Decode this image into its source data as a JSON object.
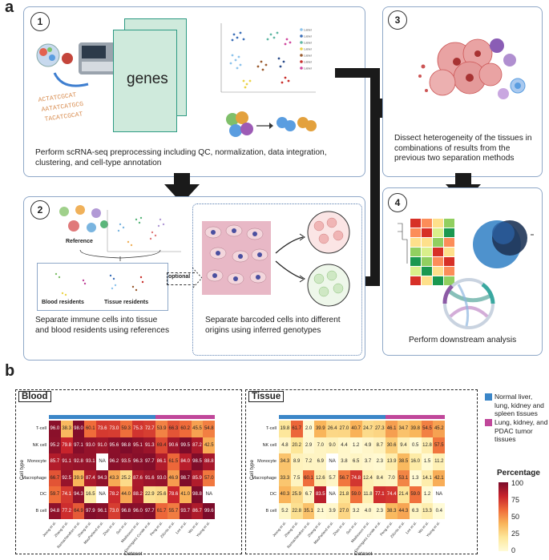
{
  "panel_letters": {
    "a": "a",
    "b": "b"
  },
  "step1": {
    "num": "1",
    "genes_label": "genes",
    "caption": "Perform scRNA-seq preprocessing including QC, normalization, data integration, clustering, and cell-type annotation"
  },
  "step2": {
    "num": "2",
    "reference": "Reference",
    "blood_residents": "Blood residents",
    "tissue_residents": "Tissue residents",
    "optional": "optional",
    "caption_left": "Separate immune cells into tissue and blood residents using references",
    "caption_right": "Separate barcoded cells into different origins using inferred genotypes"
  },
  "step3": {
    "num": "3",
    "caption": "Dissect heterogeneity of the tissues in combinations of results from the previous two separation methods"
  },
  "step4": {
    "num": "4",
    "caption": "Perform downstream analysis"
  },
  "heatmaps": {
    "row_axis_title": "Cell type",
    "col_axis_title": "Dataset",
    "rows": [
      "T-cell",
      "NK cell",
      "Monocyte",
      "Macrophage",
      "DC",
      "B cell"
    ],
    "blood": {
      "title": "Blood",
      "values": [
        [
          "96.0",
          "38.3",
          "98.0",
          "60.1",
          "73.6",
          "73.0",
          "59.3",
          "75.3",
          "72.7",
          "53.9",
          "66.3",
          "60.2",
          "45.5",
          "54.8"
        ],
        [
          "95.2",
          "79.8",
          "97.1",
          "93.0",
          "91.0",
          "95.6",
          "98.8",
          "95.1",
          "91.3",
          "69.4",
          "90.6",
          "99.5",
          "87.2",
          "42.5"
        ],
        [
          "85.7",
          "91.1",
          "92.8",
          "93.1",
          "NA",
          "96.2",
          "93.5",
          "96.3",
          "97.7",
          "86.1",
          "61.5",
          "84.0",
          "98.5",
          "88.8"
        ],
        [
          "66.7",
          "92.5",
          "39.9",
          "87.4",
          "94.3",
          "43.3",
          "25.2",
          "87.6",
          "91.6",
          "93.0",
          "46.9",
          "98.7",
          "85.9",
          "57.0"
        ],
        [
          "59.7",
          "74.1",
          "94.3",
          "16.5",
          "NA",
          "78.2",
          "44.0",
          "88.2",
          "22.9",
          "25.6",
          "78.6",
          "41.0",
          "98.8",
          "NA"
        ],
        [
          "94.8",
          "77.2",
          "64.9",
          "97.9",
          "96.1",
          "73.0",
          "96.8",
          "96.0",
          "97.7",
          "61.7",
          "55.7",
          "93.7",
          "86.7",
          "99.6"
        ]
      ]
    },
    "tissue": {
      "title": "Tissue",
      "values": [
        [
          "19.8",
          "61.7",
          "2.0",
          "39.9",
          "26.4",
          "27.0",
          "40.7",
          "24.7",
          "27.3",
          "46.1",
          "34.7",
          "39.8",
          "54.5",
          "45.2"
        ],
        [
          "4.8",
          "20.2",
          "2.9",
          "7.0",
          "9.0",
          "4.4",
          "1.2",
          "4.9",
          "8.7",
          "30.6",
          "9.4",
          "0.5",
          "12.8",
          "57.5"
        ],
        [
          "34.3",
          "8.9",
          "7.2",
          "6.9",
          "NA",
          "3.8",
          "6.5",
          "3.7",
          "2.3",
          "13.9",
          "38.5",
          "16.0",
          "1.5",
          "11.2"
        ],
        [
          "33.3",
          "7.5",
          "60.1",
          "12.6",
          "5.7",
          "56.7",
          "74.8",
          "12.4",
          "8.4",
          "7.0",
          "53.1",
          "1.3",
          "14.1",
          "42.1"
        ],
        [
          "40.3",
          "25.9",
          "6.7",
          "83.5",
          "NA",
          "21.8",
          "59.0",
          "11.8",
          "77.1",
          "74.4",
          "21.4",
          "59.0",
          "1.2",
          "NA"
        ],
        [
          "5.2",
          "22.8",
          "35.1",
          "2.1",
          "3.9",
          "27.0",
          "3.2",
          "4.0",
          "2.3",
          "38.3",
          "44.3",
          "6.3",
          "13.3",
          "0.4"
        ]
      ]
    },
    "datasets": [
      "Jeong et al.",
      "Zhang et al.",
      "Ramachandran et al.",
      "Zhang et al.",
      "MacParland et al.",
      "Zhao et al.",
      "Sun et al.",
      "Madissoon et al.",
      "Dominguez Conde et al.",
      "Peng et al.",
      "Zilionis et al.",
      "Lee et al.",
      "Wu et al.",
      "Young et al."
    ],
    "group_colors": {
      "normal": "#3b86c8",
      "tumor": "#c0479a"
    },
    "legend": {
      "normal": "Normal liver, lung, kidney and spleen tissues",
      "tumor": "Lung, kidney, and PDAC tumor tissues",
      "percentage_title": "Percentage",
      "ticks": [
        "100",
        "75",
        "50",
        "25",
        "0"
      ]
    }
  }
}
